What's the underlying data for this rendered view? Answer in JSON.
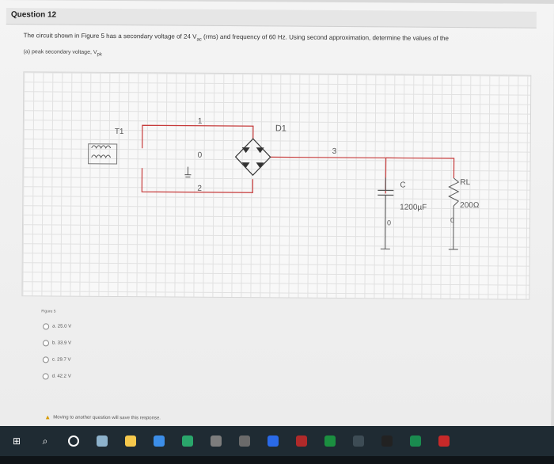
{
  "question": {
    "number_label": "Question 12",
    "text_before": "The circuit shown in Figure 5 has a secondary voltage of 24 V",
    "text_sub": "ac",
    "text_after": " (rms) and frequency of 60 Hz. Using second approximation, determine the values of the",
    "subpart_before": "(a) peak secondary voltage, V",
    "subpart_sub": "pk"
  },
  "diagram": {
    "transformer_label": "T1",
    "diode_label": "D1",
    "node_labels": [
      "1",
      "0",
      "2",
      "3",
      "0",
      "0"
    ],
    "capacitor_label": "C",
    "capacitor_value": "1200µF",
    "resistor_label": "RL",
    "resistor_value": "200Ω"
  },
  "figure_label": "Figure 5",
  "options": [
    {
      "label": "a. 25.0 V"
    },
    {
      "label": "b. 33.9 V"
    },
    {
      "label": "c. 29.7 V"
    },
    {
      "label": "d. 42.2 V"
    }
  ],
  "warning": "Moving to another question will save this response.",
  "taskbar": {
    "items": [
      "start",
      "search",
      "task-view",
      "widgets",
      "app1",
      "app2",
      "app3",
      "app4",
      "app5",
      "app6",
      "app7",
      "app8",
      "app9",
      "app10",
      "app11",
      "app12"
    ]
  }
}
